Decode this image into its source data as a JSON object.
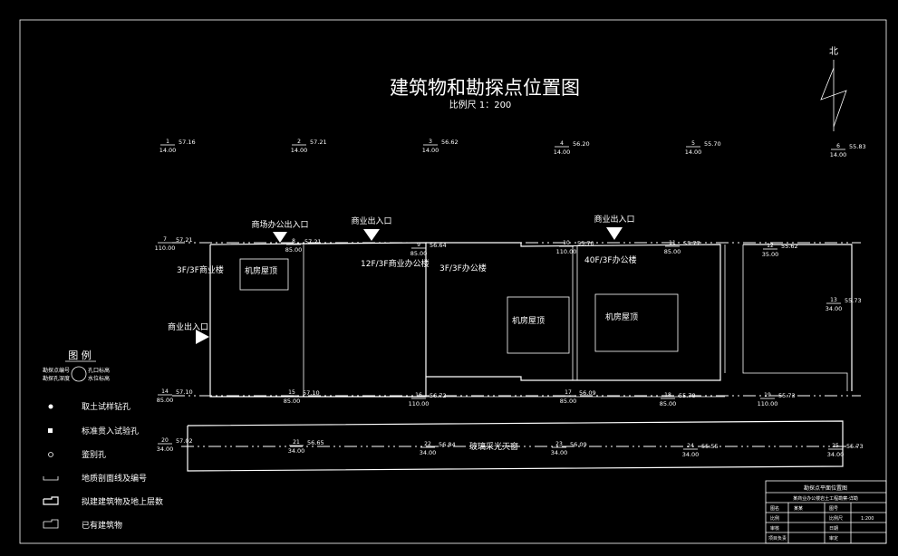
{
  "title": "建筑物和勘探点位置图",
  "scale": "比例尺 1：200",
  "north": "北",
  "colors": {
    "background": "#000000",
    "line": "#ffffff"
  },
  "buildings": [
    {
      "label": "3F/3F商业楼"
    },
    {
      "label": "12F/3F商业办公楼"
    },
    {
      "label": "3F/3F办公楼"
    },
    {
      "label": "40F/3F办公楼"
    }
  ],
  "machine_rooms": [
    "机房屋顶",
    "机房屋顶",
    "机房屋顶"
  ],
  "skylight": "玻璃采光天窗",
  "entrances": [
    "商场办公出入口",
    "商业出入口",
    "商业出入口",
    "商业出入口"
  ],
  "points": [
    {
      "id": "1",
      "depth": "14.00",
      "elev": "57.16"
    },
    {
      "id": "2",
      "depth": "14.00",
      "elev": "57.21"
    },
    {
      "id": "3",
      "depth": "14.00",
      "elev": "56.62"
    },
    {
      "id": "4",
      "depth": "14.00",
      "elev": "56.20"
    },
    {
      "id": "5",
      "depth": "14.00",
      "elev": "55.70"
    },
    {
      "id": "6",
      "depth": "14.00",
      "elev": "55.83"
    },
    {
      "id": "7",
      "depth": "110.00",
      "elev": "57.21"
    },
    {
      "id": "8",
      "depth": "85.00",
      "elev": "57.21"
    },
    {
      "id": "9",
      "depth": "85.00",
      "elev": "56.64"
    },
    {
      "id": "10",
      "depth": "110.00",
      "elev": "55.70"
    },
    {
      "id": "11",
      "depth": "85.00",
      "elev": "55.77"
    },
    {
      "id": "12",
      "depth": "35.00",
      "elev": "55.62"
    },
    {
      "id": "13",
      "depth": "34.00",
      "elev": "55.73"
    },
    {
      "id": "14",
      "depth": "85.00",
      "elev": "57.10"
    },
    {
      "id": "15",
      "depth": "85.00",
      "elev": "57.10"
    },
    {
      "id": "16",
      "depth": "110.00",
      "elev": "56.72"
    },
    {
      "id": "17",
      "depth": "85.00",
      "elev": "56.09"
    },
    {
      "id": "18",
      "depth": "85.00",
      "elev": "55.78"
    },
    {
      "id": "19",
      "depth": "110.00",
      "elev": "55.73"
    },
    {
      "id": "20",
      "depth": "34.00",
      "elev": "57.02"
    },
    {
      "id": "21",
      "depth": "34.00",
      "elev": "56.65"
    },
    {
      "id": "22",
      "depth": "34.00",
      "elev": "56.84"
    },
    {
      "id": "23",
      "depth": "34.00",
      "elev": "56.09"
    },
    {
      "id": "24",
      "depth": "34.00",
      "elev": "55.55"
    },
    {
      "id": "25",
      "depth": "34.00",
      "elev": "55.73"
    }
  ],
  "legend": {
    "title": "图 例",
    "circle_left": [
      "勘探点编号",
      "勘探孔深度"
    ],
    "circle_right": [
      "孔口标高",
      "水位标高"
    ],
    "items": [
      {
        "icon": "half-filled-circle-icon",
        "label": "取土试样钻孔"
      },
      {
        "icon": "filled-square-icon",
        "label": "标准贯入试验孔"
      },
      {
        "icon": "small-circle-icon",
        "label": "鉴别孔"
      },
      {
        "icon": "section-line-icon",
        "label": "地质剖面线及编号"
      },
      {
        "icon": "proposed-building-icon",
        "label": "拟建建筑物及地上层数"
      },
      {
        "icon": "existing-building-icon",
        "label": "已有建筑物"
      }
    ]
  },
  "title_block": {
    "row1": "勘探点平面位置图",
    "row2": "某商业办公楼岩土工程勘察-详勘",
    "cells": [
      "图名",
      "某某",
      "图号",
      "",
      "比例",
      "",
      "比例尺",
      "1:200",
      "审核",
      "",
      "日期",
      "",
      "项目负责",
      "",
      "审定"
    ]
  }
}
